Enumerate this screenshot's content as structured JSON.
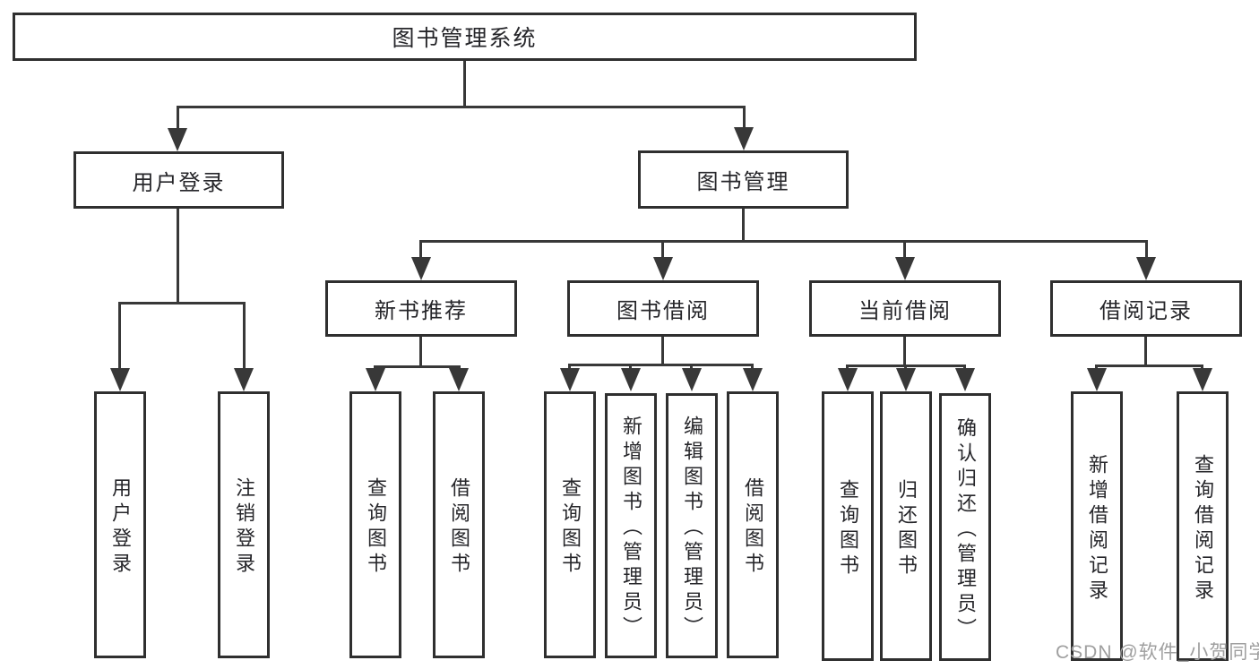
{
  "diagram": {
    "root": {
      "label": "图书管理系统"
    },
    "branches": [
      {
        "label": "用户登录",
        "children": [
          {
            "label": "用户登录"
          },
          {
            "label": "注销登录"
          }
        ]
      },
      {
        "label": "图书管理",
        "children": [
          {
            "label": "新书推荐",
            "children": [
              {
                "label": "查询图书"
              },
              {
                "label": "借阅图书"
              }
            ]
          },
          {
            "label": "图书借阅",
            "children": [
              {
                "label": "查询图书"
              },
              {
                "label": "新增图书（管理员）"
              },
              {
                "label": "编辑图书（管理员）"
              },
              {
                "label": "借阅图书"
              }
            ]
          },
          {
            "label": "当前借阅",
            "children": [
              {
                "label": "查询图书"
              },
              {
                "label": "归还图书"
              },
              {
                "label": "确认归还（管理员）"
              }
            ]
          },
          {
            "label": "借阅记录",
            "children": [
              {
                "label": "新增借阅记录"
              },
              {
                "label": "查询借阅记录"
              }
            ]
          }
        ]
      }
    ]
  },
  "watermark": {
    "text": "CSDN @软件_小贺同学"
  },
  "colors": {
    "line": "#383838",
    "box_border": "#2f2f2f",
    "text": "#26262a",
    "watermark": "#9f9f9f",
    "background": "#ffffff"
  }
}
